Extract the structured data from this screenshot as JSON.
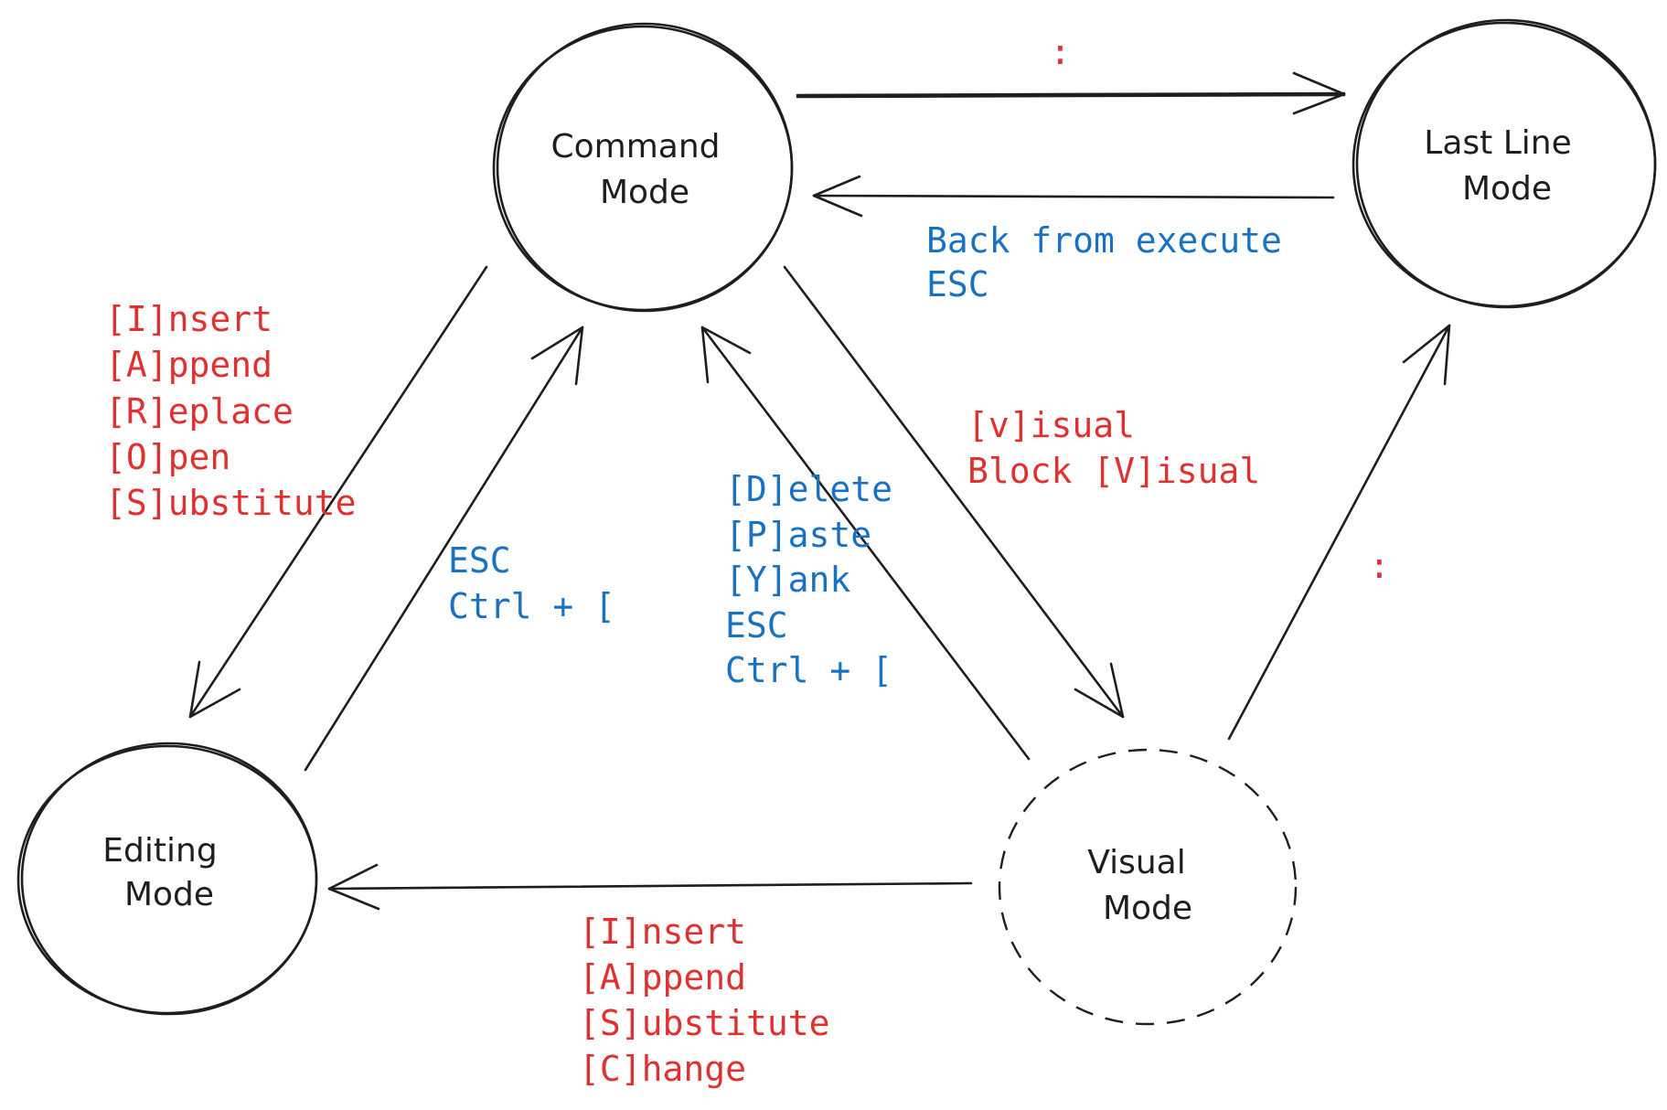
{
  "nodes": {
    "command": {
      "line1": "Command",
      "line2": "Mode"
    },
    "lastline": {
      "line1": "Last Line",
      "line2": "Mode"
    },
    "editing": {
      "line1": "Editing",
      "line2": "Mode"
    },
    "visual": {
      "line1": "Visual",
      "line2": "Mode"
    }
  },
  "labels": {
    "command_to_lastline": [
      ":"
    ],
    "lastline_to_command": [
      "Back from execute",
      "ESC"
    ],
    "command_to_editing": [
      "[I]nsert",
      "[A]ppend",
      "[R]eplace",
      "[O]pen",
      "[S]ubstitute"
    ],
    "editing_to_command": [
      "ESC",
      "Ctrl + ["
    ],
    "visual_to_command": [
      "[D]elete",
      "[P]aste",
      "[Y]ank",
      "ESC",
      "Ctrl + ["
    ],
    "command_to_visual": [
      "[v]isual",
      "Block [V]isual"
    ],
    "visual_to_lastline": [
      ":"
    ],
    "visual_to_editing": [
      "[I]nsert",
      "[A]ppend",
      "[S]ubstitute",
      "[C]hange"
    ]
  },
  "colors": {
    "stroke": "#1e1e1e",
    "red": "#e03131",
    "blue": "#1971c2"
  }
}
